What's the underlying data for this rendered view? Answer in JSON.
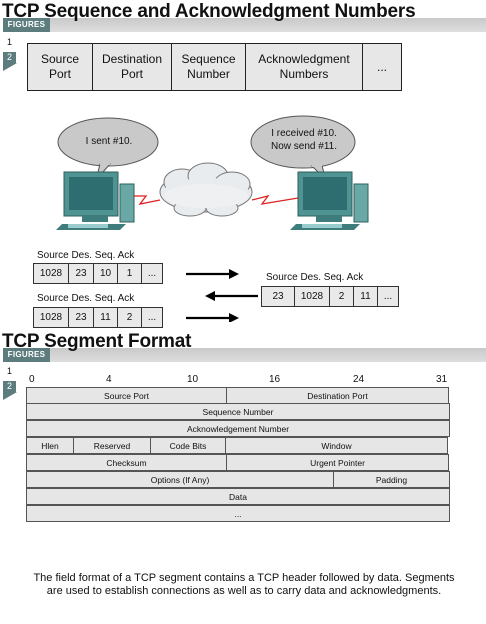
{
  "section1": {
    "title": "TCP Sequence and Acknowledgment Numbers",
    "figures_label": "FIGURES",
    "figure_numbers": [
      "1",
      "2"
    ],
    "header_fields": [
      "Source Port",
      "Destination Port",
      "Sequence Number",
      "Acknowledgment Numbers",
      "..."
    ]
  },
  "bubbles": {
    "left": "I sent #10.",
    "right_line1": "I received #10.",
    "right_line2": "Now send #11."
  },
  "packets": {
    "columns_label": "Source  Des. Seq. Ack",
    "row1": [
      "1028",
      "23",
      "10",
      "1",
      "..."
    ],
    "row2": [
      "23",
      "1028",
      "2",
      "11",
      "..."
    ],
    "row3": [
      "1028",
      "23",
      "11",
      "2",
      "..."
    ]
  },
  "section2": {
    "title": "TCP Segment Format",
    "figures_label": "FIGURES",
    "figure_numbers": [
      "1",
      "2"
    ],
    "bit_positions": [
      "0",
      "4",
      "10",
      "16",
      "24",
      "31"
    ],
    "fields": {
      "source_port": "Source Port",
      "destination_port": "Destination Port",
      "sequence_number": "Sequence Number",
      "acknowledgement_number": "Acknowledgement Number",
      "hlen": "Hlen",
      "reserved": "Reserved",
      "code_bits": "Code Bits",
      "window": "Window",
      "checksum": "Checksum",
      "urgent_pointer": "Urgent Pointer",
      "options": "Options (If Any)",
      "padding": "Padding",
      "data": "Data",
      "ellipsis": "..."
    }
  },
  "caption": "The field format of a TCP segment contains a TCP header followed by data. Segments are used to establish connections as well as to carry data and acknowledgments."
}
